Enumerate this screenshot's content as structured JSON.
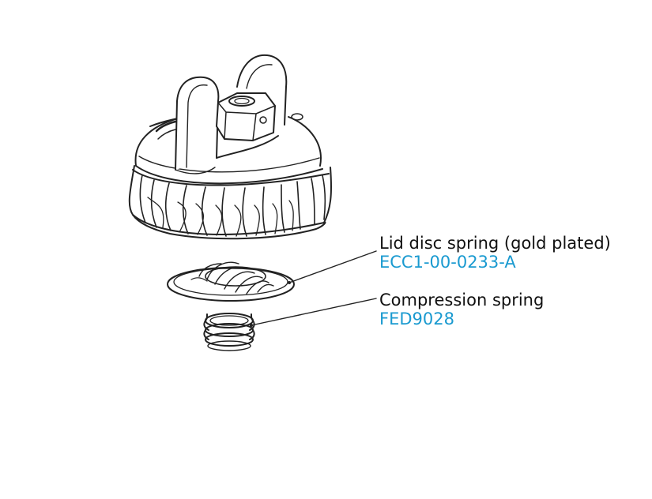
{
  "parts": [
    {
      "name": "Lid disc spring (gold plated)",
      "code": "ECC1-00-0233-A"
    },
    {
      "name": "Compression spring",
      "code": "FED9028"
    }
  ],
  "colors": {
    "code_text": "#1a9ad0",
    "line": "#222222"
  }
}
